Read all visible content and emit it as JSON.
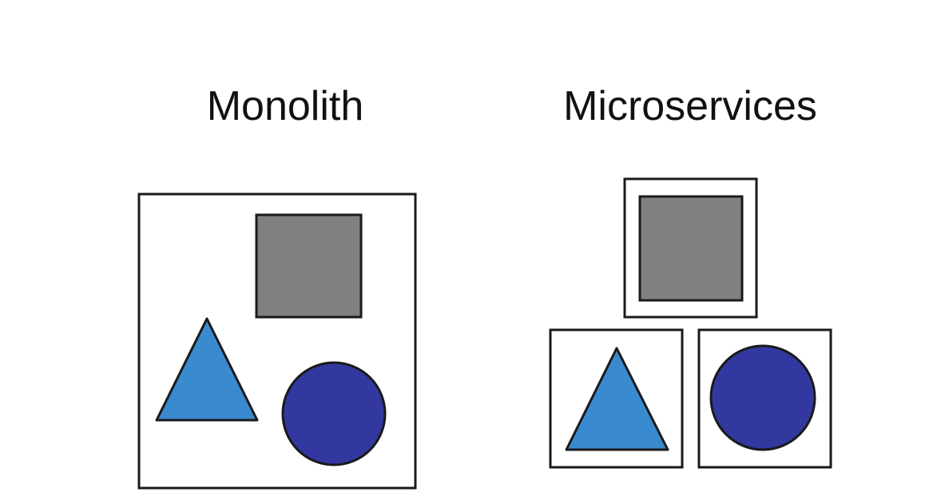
{
  "titles": {
    "left": "Monolith",
    "right": "Microservices"
  },
  "monolith": {
    "components": [
      {
        "shape": "square",
        "icon": "square-icon",
        "color": "#808080"
      },
      {
        "shape": "triangle",
        "icon": "triangle-icon",
        "color": "#3A8AD0"
      },
      {
        "shape": "circle",
        "icon": "circle-icon",
        "color": "#3338A0"
      }
    ]
  },
  "microservices": {
    "services": [
      {
        "shape": "square",
        "icon": "square-icon",
        "color": "#808080"
      },
      {
        "shape": "triangle",
        "icon": "triangle-icon",
        "color": "#3A8AD0"
      },
      {
        "shape": "circle",
        "icon": "circle-icon",
        "color": "#3338A0"
      }
    ]
  },
  "colors": {
    "outline": "#1a1a1a",
    "background": "#ffffff"
  }
}
